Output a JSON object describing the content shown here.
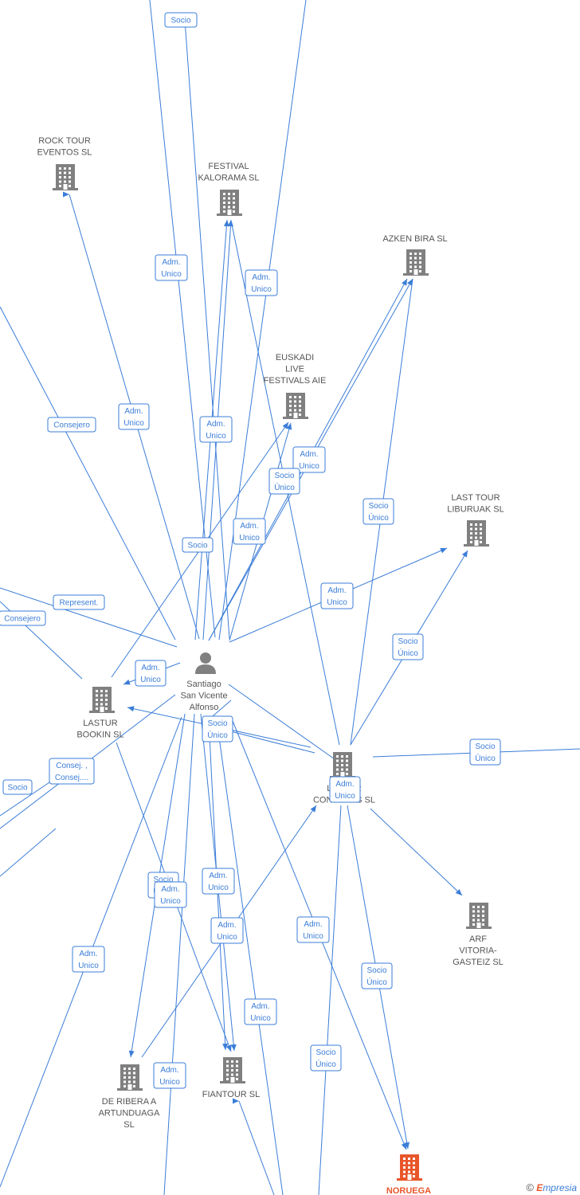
{
  "colors": {
    "edge": "#3b7dd8",
    "building": "#808080",
    "focus_building": "#e8562a",
    "person": "#808080"
  },
  "nodes": [
    {
      "id": "rock",
      "type": "company",
      "lines": [
        "ROCK TOUR",
        "EVENTOS SL"
      ]
    },
    {
      "id": "kalorama",
      "type": "company",
      "lines": [
        "FESTIVAL",
        "KALORAMA  SL"
      ]
    },
    {
      "id": "azken",
      "type": "company",
      "lines": [
        "AZKEN BIRA  SL"
      ]
    },
    {
      "id": "euskadi",
      "type": "company",
      "lines": [
        "EUSKADI",
        "LIVE",
        "FESTIVALS  AIE"
      ]
    },
    {
      "id": "lasttour",
      "type": "company",
      "lines": [
        "LAST TOUR",
        "LIBURUAK  SL"
      ]
    },
    {
      "id": "santiago",
      "type": "person",
      "lines": [
        "Santiago",
        "San Vicente",
        "Alfonso"
      ]
    },
    {
      "id": "lastur",
      "type": "company",
      "lines": [
        "LASTUR",
        "BOOKIN  SL"
      ]
    },
    {
      "id": "lasturcon",
      "type": "company",
      "lines": [
        "LASTUR",
        "CONCERTS SL"
      ]
    },
    {
      "id": "arf",
      "type": "company",
      "lines": [
        "ARF",
        "VITORIA-",
        "GASTEIZ SL"
      ]
    },
    {
      "id": "ribera",
      "type": "company",
      "lines": [
        "DE RIBERA A",
        "ARTUNDUAGA",
        "SL"
      ]
    },
    {
      "id": "fiantour",
      "type": "company",
      "lines": [
        "FIANTOUR SL"
      ]
    },
    {
      "id": "noruega",
      "type": "focus",
      "lines": [
        "NORUEGA"
      ]
    }
  ],
  "relations": [
    {
      "lines": [
        "Socio"
      ]
    },
    {
      "lines": [
        "Adm.",
        "Unico"
      ]
    },
    {
      "lines": [
        "Adm.",
        "Unico"
      ]
    },
    {
      "lines": [
        "Consejero"
      ]
    },
    {
      "lines": [
        "Adm.",
        "Unico"
      ]
    },
    {
      "lines": [
        "Adm.",
        "Unico"
      ]
    },
    {
      "lines": [
        "Adm.",
        "Unico"
      ]
    },
    {
      "lines": [
        "Socio",
        "Único"
      ]
    },
    {
      "lines": [
        "Socio",
        "Único"
      ]
    },
    {
      "lines": [
        "Adm.",
        "Unico"
      ]
    },
    {
      "lines": [
        "Socio"
      ]
    },
    {
      "lines": [
        "Adm.",
        "Unico"
      ]
    },
    {
      "lines": [
        "Represent."
      ]
    },
    {
      "lines": [
        "Consejero"
      ]
    },
    {
      "lines": [
        "Socio",
        "Único"
      ]
    },
    {
      "lines": [
        "Adm.",
        "Unico"
      ]
    },
    {
      "lines": [
        "Socio",
        "Único"
      ]
    },
    {
      "lines": [
        "Socio",
        "Único"
      ]
    },
    {
      "lines": [
        "Adm.",
        "Unico"
      ]
    },
    {
      "lines": [
        "Consej. ,",
        "Consej...."
      ]
    },
    {
      "lines": [
        "Socio"
      ]
    },
    {
      "lines": [
        "Socio",
        "Único"
      ]
    },
    {
      "lines": [
        "Adm.",
        "Unico"
      ]
    },
    {
      "lines": [
        "Adm.",
        "Unico"
      ]
    },
    {
      "lines": [
        "Adm.",
        "Unico"
      ]
    },
    {
      "lines": [
        "Adm.",
        "Unico"
      ]
    },
    {
      "lines": [
        "Adm.",
        "Unico"
      ]
    },
    {
      "lines": [
        "Socio",
        "Único"
      ]
    },
    {
      "lines": [
        "Adm.",
        "Unico"
      ]
    },
    {
      "lines": [
        "Socio",
        "Único"
      ]
    },
    {
      "lines": [
        "Adm.",
        "Unico"
      ]
    }
  ],
  "brand": {
    "copyright": "©",
    "initial": "E",
    "rest": "mpresia"
  }
}
